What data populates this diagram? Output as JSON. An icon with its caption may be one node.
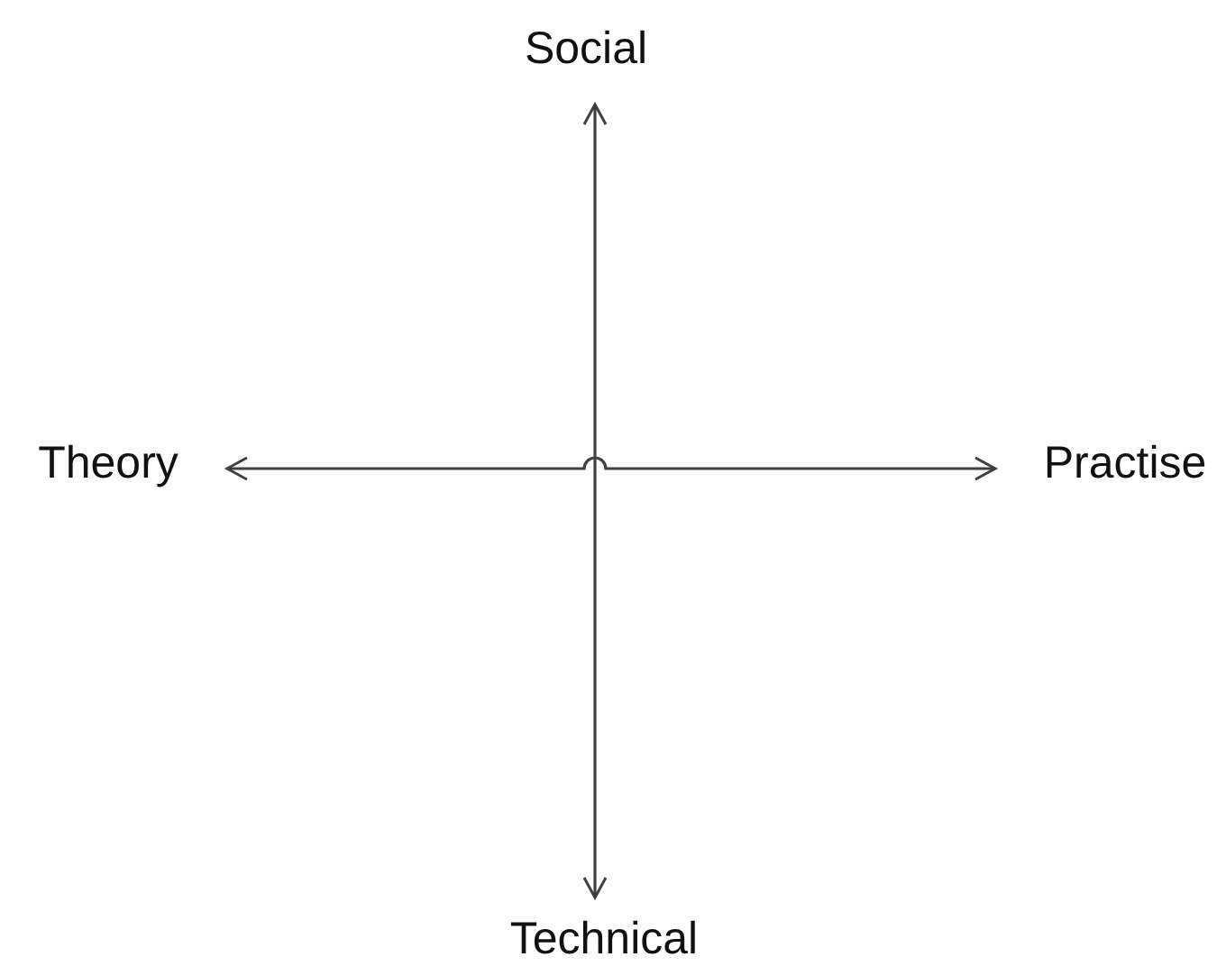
{
  "diagram": {
    "nodes": [
      {
        "text": [
          "Social"
        ]
      },
      {
        "text": [
          "Theory"
        ]
      },
      {
        "text": [
          "Practise"
        ]
      },
      {
        "text": [
          "Technical"
        ]
      }
    ],
    "edges": [
      {
        "from": 0,
        "to": 3,
        "arrow": "both"
      },
      {
        "from": 1,
        "to": 2,
        "arrow": "both"
      }
    ]
  }
}
